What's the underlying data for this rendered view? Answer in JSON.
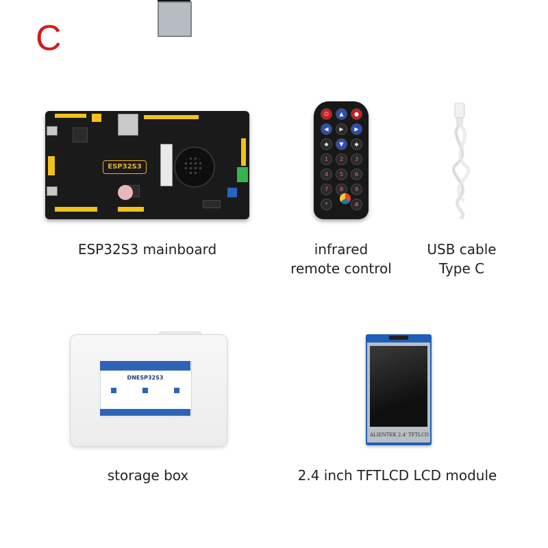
{
  "variant_label": "C",
  "items": [
    {
      "id": "mainboard",
      "caption_lines": [
        "ESP32S3 mainboard"
      ],
      "board_logo": "ESP32S3"
    },
    {
      "id": "remote",
      "caption_lines": [
        "infrared",
        "remote control"
      ]
    },
    {
      "id": "cable",
      "caption_lines": [
        "USB cable",
        "Type C"
      ]
    },
    {
      "id": "box",
      "caption_lines": [
        "storage box"
      ],
      "label_title": "DNESP32S3"
    },
    {
      "id": "lcd",
      "caption_lines": [
        "2.4 inch TFTLCD LCD module"
      ],
      "module_print": "ALIENTEK 2.4' TFTLCD"
    }
  ],
  "colors": {
    "variant": "#d41a1a",
    "header_pins": "#f2c21a",
    "lcd_pcb": "#1f5fb8"
  }
}
